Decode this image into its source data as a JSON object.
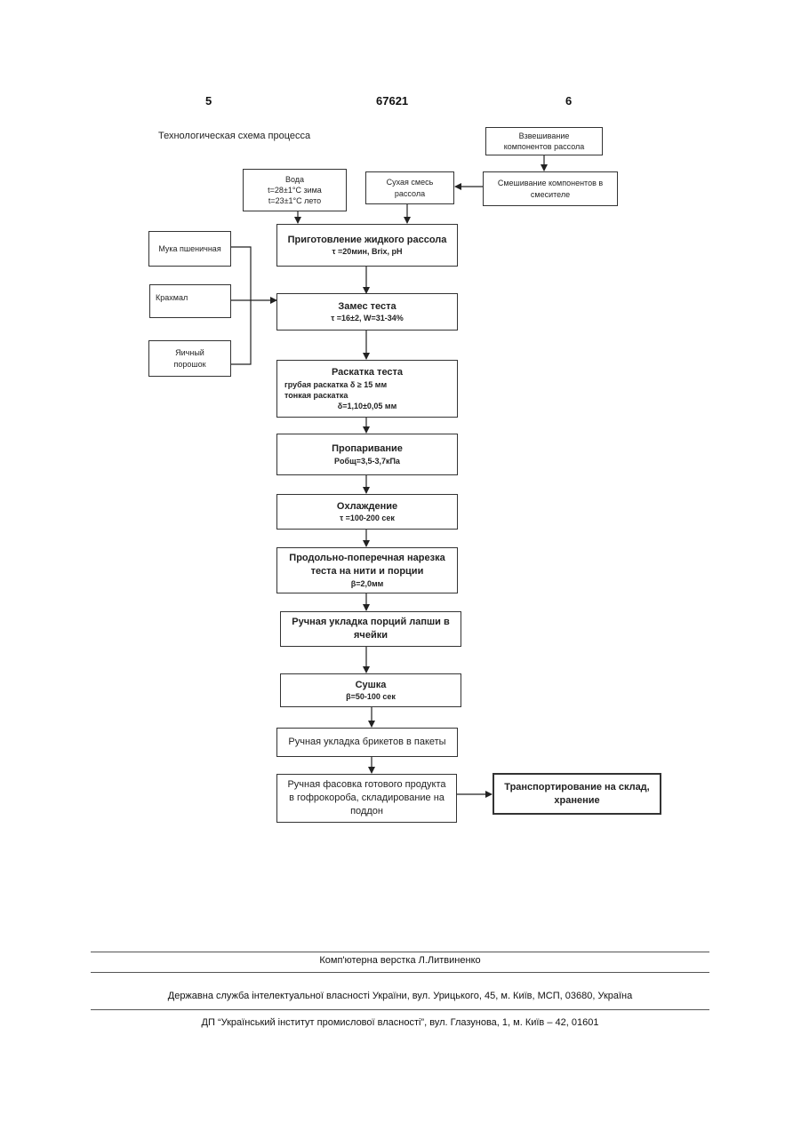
{
  "header": {
    "page_left": "5",
    "patent_number": "67621",
    "page_right": "6"
  },
  "scheme_title": "Технологическая схема процесса",
  "boxes": {
    "weighing": [
      "Взвешивание",
      "компонентов рассола"
    ],
    "mixing": [
      "Смешивание компонентов в",
      "смесителе"
    ],
    "dry_mix": [
      "Сухая смесь",
      "рассола"
    ],
    "water": [
      "Вода",
      "t=28±1°C зима",
      "t=23±1°C лето"
    ],
    "brine_prep": [
      "Приготовление жидкого рассола",
      "τ =20мин, Brix, pH"
    ],
    "flour": [
      "Мука пшеничная"
    ],
    "starch": [
      "Крахмал"
    ],
    "egg_powder": [
      "Яичный",
      "порошок"
    ],
    "kneading": [
      "Замес теста",
      "τ =16±2, W=31-34%"
    ],
    "rolling": [
      "Раскатка теста",
      "грубая раскатка    δ ≥ 15  мм",
      "тонкая раскатка",
      "δ=1,10±0,05 мм"
    ],
    "steaming": [
      "Пропаривание",
      "Pобщ=3,5-3,7кПа"
    ],
    "cooling": [
      "Охлаждение",
      "τ =100-200 сек"
    ],
    "cutting": [
      "Продольно-поперечная нарезка",
      "теста на нити и порции",
      "β=2,0мм"
    ],
    "manual_laying": [
      "Ручная укладка порций лапши в",
      "ячейки"
    ],
    "drying": [
      "Сушка",
      "β=50-100 сек"
    ],
    "bag_laying": [
      "Ручная укладка брикетов в пакеты"
    ],
    "packing": [
      "Ручная фасовка готового продукта",
      "в гофрокороба, складирование на",
      "поддон"
    ],
    "transport": [
      "Транспортирование на склад,",
      "хранение"
    ]
  },
  "footer": {
    "layout_credit": "Комп'ютерна верстка Л.Литвиненко",
    "agency": "Державна служба інтелектуальної власності України, вул. Урицького, 45, м. Київ, МСП, 03680, Україна",
    "institute": "ДП “Український інститут промислової власності”, вул. Глазунова, 1, м. Київ – 42, 01601"
  }
}
